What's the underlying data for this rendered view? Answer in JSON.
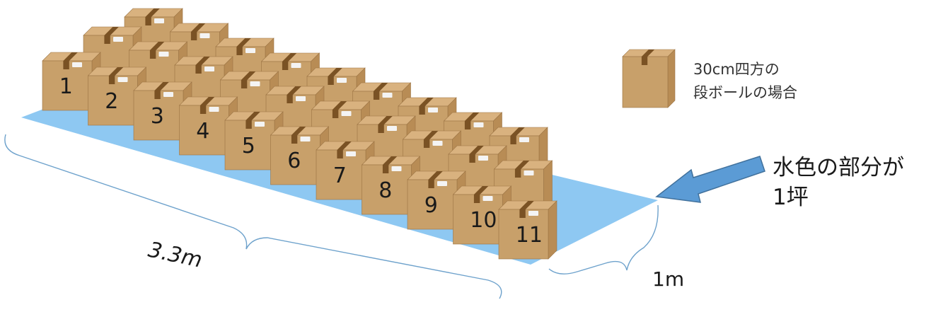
{
  "legend": {
    "line1": "30cm四方の",
    "line2": "段ボールの場合"
  },
  "callout": {
    "line1": "水色の部分が",
    "line2": "1坪"
  },
  "dimensions": {
    "width": "3.3m",
    "depth": "1m"
  },
  "front_row_numbers": [
    "1",
    "2",
    "3",
    "4",
    "5",
    "6",
    "7",
    "8",
    "9",
    "10",
    "11"
  ],
  "colors": {
    "floor": "#8ec8f2",
    "box_front": "#c8a06a",
    "box_side": "#b88c55",
    "box_top": "#d9b27f",
    "tape": "#7a5224",
    "label": "#f4f4f4",
    "arrow_fill": "#5b9bd5",
    "arrow_stroke": "#41719c",
    "brace": "#6ea2cc"
  }
}
